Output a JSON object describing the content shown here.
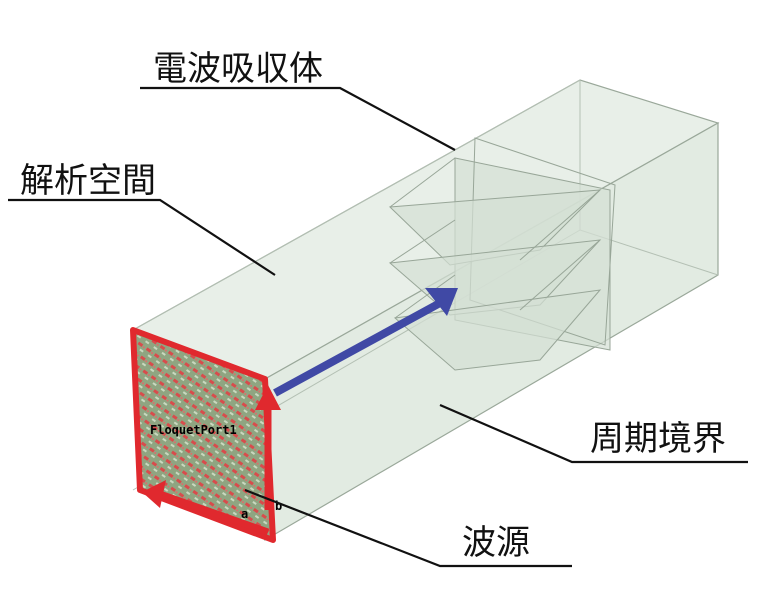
{
  "labels": {
    "absorber": "電波吸収体",
    "analysis_space": "解析空間",
    "periodic_boundary": "周期境界",
    "wave_source": "波源"
  },
  "port": {
    "name": "FloquetPort1",
    "axis_a": "a",
    "axis_b": "b"
  },
  "colors": {
    "box_fill": "#dfe9df",
    "box_edge": "#9aa89a",
    "port_edge": "#e0292e",
    "port_fill": "#8aa07c",
    "arrow": "#4049a5",
    "absorber_fill": "#cfd9cf"
  }
}
